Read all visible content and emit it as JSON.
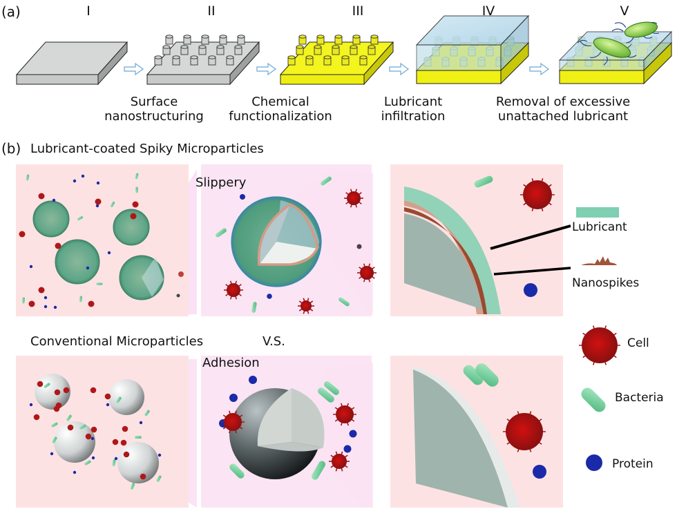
{
  "figure": {
    "panel_a": {
      "label": "(a)",
      "stages": [
        {
          "numeral": "I",
          "caption_line1": "",
          "caption_line2": ""
        },
        {
          "numeral": "II",
          "caption_line1": "Surface",
          "caption_line2": "nanostructuring"
        },
        {
          "numeral": "III",
          "caption_line1": "Chemical",
          "caption_line2": "functionalization"
        },
        {
          "numeral": "IV",
          "caption_line1": "Lubricant",
          "caption_line2": "infiltration"
        },
        {
          "numeral": "V",
          "caption_line1": "Removal of excessive",
          "caption_line2": "unattached lubricant"
        }
      ]
    },
    "panel_b": {
      "label": "(b)",
      "top_title": "Lubricant-coated Spiky Microparticles",
      "top_zoom_label": "Slippery",
      "bottom_title": "Conventional Microparticles",
      "vs_label": "V.S.",
      "bottom_zoom_label": "Adhesion",
      "layer_legend": [
        {
          "name": "Lubricant",
          "color": "#7fcfb2"
        },
        {
          "name": "Nanospikes",
          "color": "#a0553a"
        }
      ],
      "species_legend": [
        {
          "name": "Cell",
          "color": "#b01818"
        },
        {
          "name": "Bacteria",
          "color": "#6fcf9a"
        },
        {
          "name": "Protein",
          "color": "#1a2aa8"
        }
      ]
    },
    "colors": {
      "substrate_gray": "#d4d6d6",
      "functionalized_yellow": "#f2f21a",
      "lubricant_blue": "#bcdcec",
      "panel_pink": "#fde2e4",
      "zoom_pink": "#fbe3f3",
      "sphere_green": "#5aa58a",
      "arrow_blue": "#6aa6d6"
    }
  }
}
